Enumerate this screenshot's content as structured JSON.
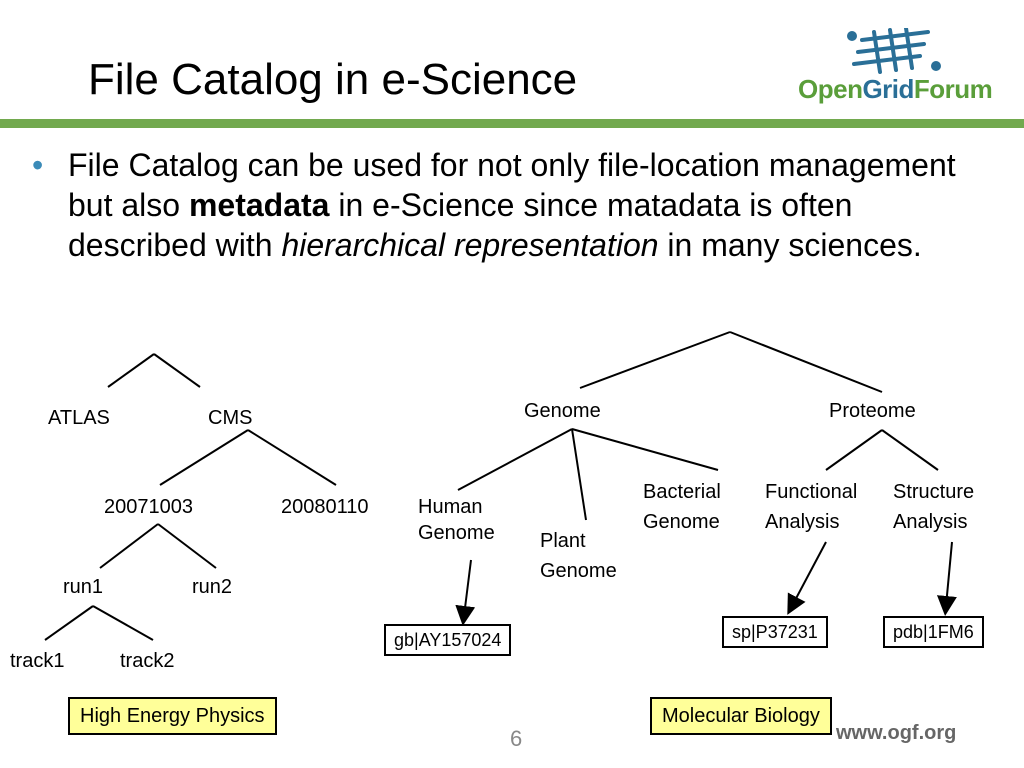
{
  "slide": {
    "title": "File Catalog in e-Science",
    "bullet": {
      "part1": "File Catalog can be used for not only file-location management but also ",
      "bold": "metadata",
      "part2": " in e-Science since matadata is often described with ",
      "italic": "hierarchical representation",
      "part3": " in many sciences."
    },
    "logo": {
      "open": "Open",
      "grid": "Grid",
      "forum": "Forum"
    },
    "page_number": "6",
    "footer_url": "www.ogf.org"
  },
  "hep_tree": {
    "atlas": "ATLAS",
    "cms": "CMS",
    "date1": "20071003",
    "date2": "20080110",
    "run1": "run1",
    "run2": "run2",
    "track1": "track1",
    "track2": "track2",
    "caption": "High Energy Physics"
  },
  "bio_tree": {
    "genome": "Genome",
    "proteome": "Proteome",
    "human_line1": "Human",
    "human_line2": "Genome",
    "plant_line1": "Plant",
    "plant_line2": "Genome",
    "bacterial_line1": "Bacterial",
    "bacterial_line2": "Genome",
    "functional_line1": "Functional",
    "functional_line2": "Analysis",
    "structure_line1": "Structure",
    "structure_line2": "Analysis",
    "box_gb": "gb|AY157024",
    "box_sp": "sp|P37231",
    "box_pdb": "pdb|1FM6",
    "caption": "Molecular Biology"
  },
  "colors": {
    "accent_green": "#72a94e",
    "logo_green": "#5a9e3a",
    "logo_blue": "#2a6f97",
    "bullet_blue": "#3b8bb8",
    "caption_fill": "#ffff99"
  }
}
